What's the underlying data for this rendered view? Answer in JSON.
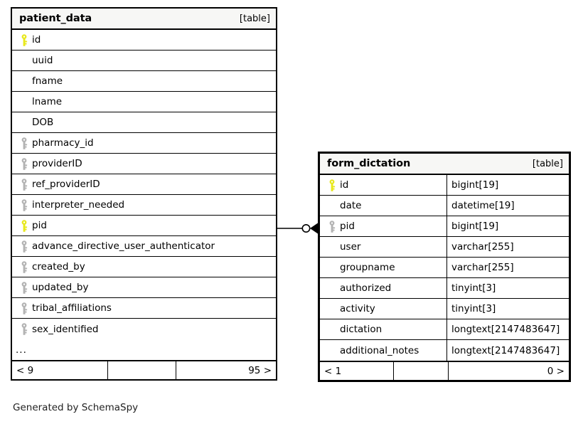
{
  "diagram": {
    "caption": "Generated by SchemaSpy",
    "colors": {
      "primary_key": "#e8e81c",
      "indexed_key": "#b3b3b3",
      "border": "#000000",
      "header_background": "#f7f7f5",
      "background": "#ffffff"
    }
  },
  "tables": [
    {
      "name": "patient_data",
      "kind": "[table]",
      "show_types": false,
      "columns": [
        {
          "label": "id",
          "key": "primary"
        },
        {
          "label": "uuid",
          "key": "none"
        },
        {
          "label": "fname",
          "key": "none"
        },
        {
          "label": "lname",
          "key": "none"
        },
        {
          "label": "DOB",
          "key": "none"
        },
        {
          "label": "pharmacy_id",
          "key": "indexed"
        },
        {
          "label": "providerID",
          "key": "indexed"
        },
        {
          "label": "ref_providerID",
          "key": "indexed"
        },
        {
          "label": "interpreter_needed",
          "key": "indexed"
        },
        {
          "label": "pid",
          "key": "primary"
        },
        {
          "label": "advance_directive_user_authenticator",
          "key": "indexed"
        },
        {
          "label": "created_by",
          "key": "indexed"
        },
        {
          "label": "updated_by",
          "key": "indexed"
        },
        {
          "label": "tribal_affiliations",
          "key": "indexed"
        },
        {
          "label": "sex_identified",
          "key": "indexed"
        }
      ],
      "more_indicator": "...",
      "footer": {
        "left": "< 9",
        "middle": "",
        "right": "95 >"
      }
    },
    {
      "name": "form_dictation",
      "kind": "[table]",
      "show_types": true,
      "columns": [
        {
          "label": "id",
          "key": "primary",
          "type": "bigint[19]"
        },
        {
          "label": "date",
          "key": "none",
          "type": "datetime[19]"
        },
        {
          "label": "pid",
          "key": "indexed",
          "type": "bigint[19]"
        },
        {
          "label": "user",
          "key": "none",
          "type": "varchar[255]"
        },
        {
          "label": "groupname",
          "key": "none",
          "type": "varchar[255]"
        },
        {
          "label": "authorized",
          "key": "none",
          "type": "tinyint[3]"
        },
        {
          "label": "activity",
          "key": "none",
          "type": "tinyint[3]"
        },
        {
          "label": "dictation",
          "key": "none",
          "type": "longtext[2147483647]"
        },
        {
          "label": "additional_notes",
          "key": "none",
          "type": "longtext[2147483647]"
        }
      ],
      "footer": {
        "left": "< 1",
        "middle": "",
        "right": "0 >"
      }
    }
  ],
  "relationship": {
    "from_table": "patient_data",
    "from_column": "pid",
    "to_table": "form_dictation",
    "to_column": "pid",
    "source_notation": "zero-or-more-circle",
    "target_notation": "crows-foot-arrow"
  }
}
